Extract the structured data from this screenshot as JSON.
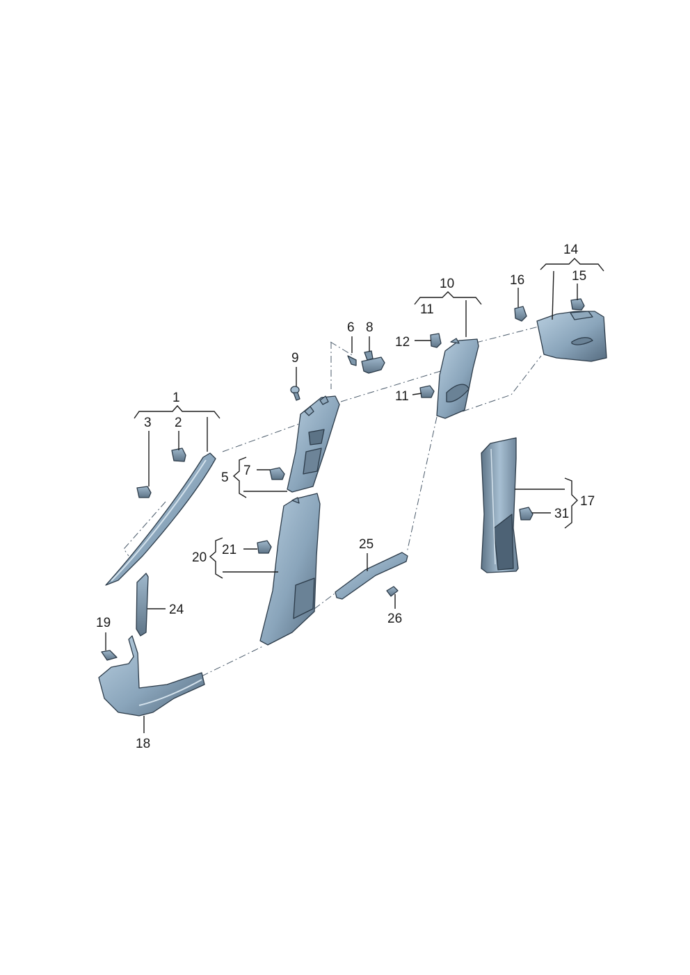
{
  "diagram": {
    "colors": {
      "part_light": "#a9c2d6",
      "part_mid": "#7f9bb2",
      "part_dark": "#4d6275",
      "outline": "#2b3a48",
      "ink": "#1a1a1a"
    },
    "labels": {
      "l1": "1",
      "l2": "2",
      "l3": "3",
      "l5": "5",
      "l6": "6",
      "l7": "7",
      "l8": "8",
      "l9": "9",
      "l10": "10",
      "l11a": "11",
      "l11b": "11",
      "l12": "12",
      "l14": "14",
      "l15": "15",
      "l16": "16",
      "l17": "17",
      "l18": "18",
      "l19": "19",
      "l20": "20",
      "l21": "21",
      "l24": "24",
      "l25": "25",
      "l26": "26",
      "l31": "31"
    }
  }
}
